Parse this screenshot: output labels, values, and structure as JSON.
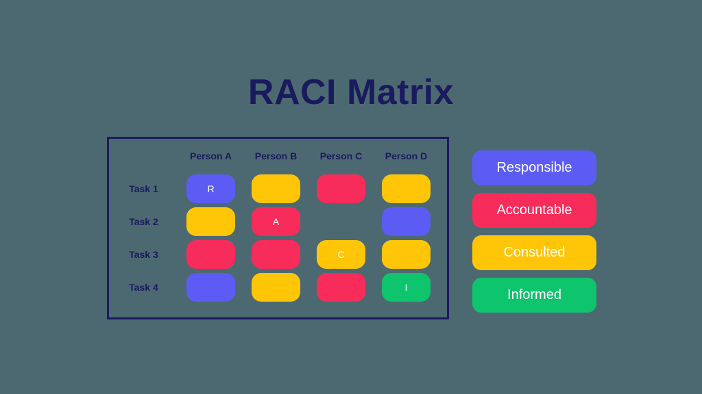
{
  "title": "RACI Matrix",
  "colors": {
    "background": "#4C6971",
    "navy": "#1A1A5E",
    "responsible": "#5C5CF5",
    "accountable": "#F72C5B",
    "consulted": "#FFC607",
    "informed": "#0EC46D",
    "cell_letter": "#FFFFFF"
  },
  "matrix": {
    "columns": [
      "Person A",
      "Person B",
      "Person C",
      "Person D"
    ],
    "rows": [
      {
        "label": "Task 1",
        "cells": [
          {
            "role": "responsible",
            "letter": "R"
          },
          {
            "role": "consulted",
            "letter": ""
          },
          {
            "role": "accountable",
            "letter": ""
          },
          {
            "role": "consulted",
            "letter": ""
          }
        ]
      },
      {
        "label": "Task 2",
        "cells": [
          {
            "role": "consulted",
            "letter": ""
          },
          {
            "role": "accountable",
            "letter": "A"
          },
          null,
          {
            "role": "responsible",
            "letter": ""
          }
        ]
      },
      {
        "label": "Task 3",
        "cells": [
          {
            "role": "accountable",
            "letter": ""
          },
          {
            "role": "accountable",
            "letter": ""
          },
          {
            "role": "consulted",
            "letter": "C"
          },
          {
            "role": "consulted",
            "letter": ""
          }
        ]
      },
      {
        "label": "Task 4",
        "cells": [
          {
            "role": "responsible",
            "letter": ""
          },
          {
            "role": "consulted",
            "letter": ""
          },
          {
            "role": "accountable",
            "letter": ""
          },
          {
            "role": "informed",
            "letter": "I"
          }
        ]
      }
    ]
  },
  "legend": [
    {
      "label": "Responsible",
      "role": "responsible"
    },
    {
      "label": "Accountable",
      "role": "accountable"
    },
    {
      "label": "Consulted",
      "role": "consulted"
    },
    {
      "label": "Informed",
      "role": "informed"
    }
  ]
}
